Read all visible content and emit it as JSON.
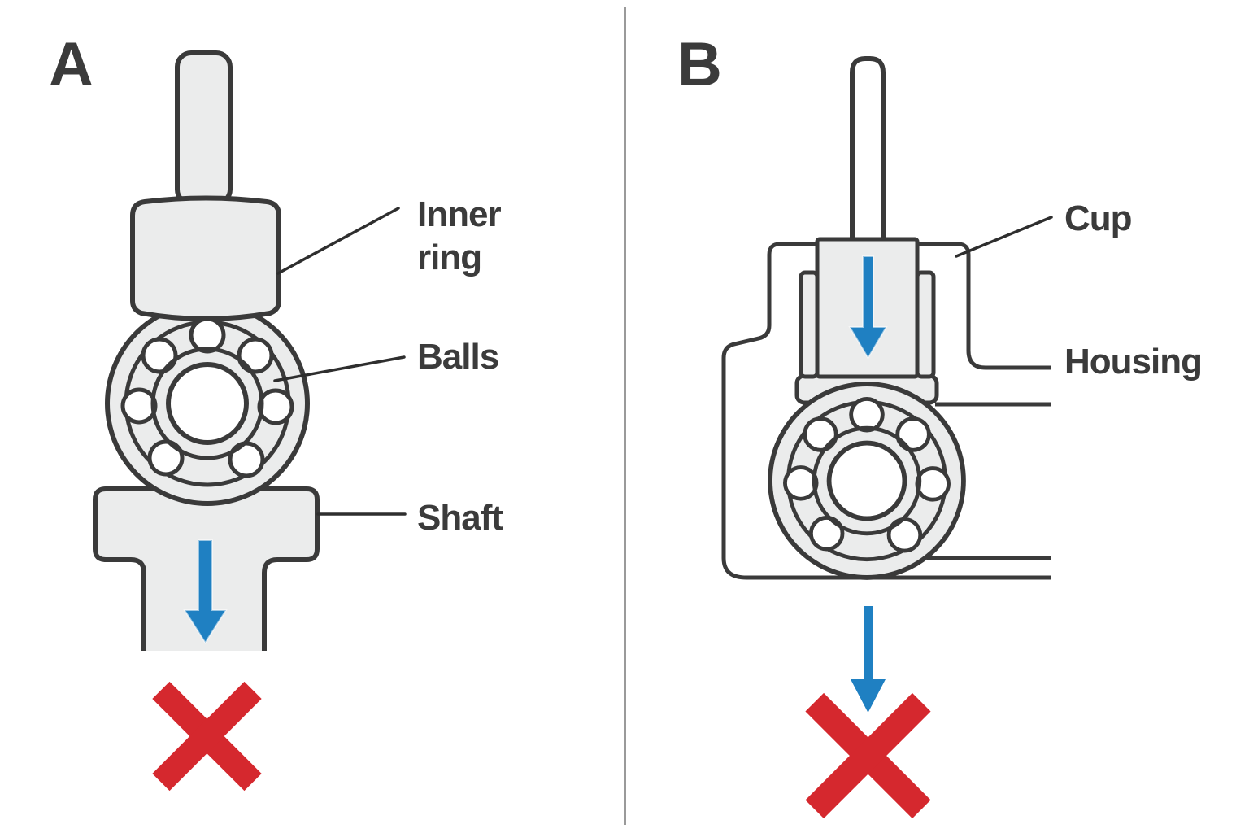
{
  "figure": {
    "description_tag": "bearing-mounting-incorrect-methods-diagram",
    "panel_a": {
      "letter": "A",
      "labels": {
        "inner_ring": "Inner ring",
        "balls": "Balls",
        "shaft": "Shaft"
      },
      "markers": {
        "force_arrow": "blue-down-arrow",
        "wrong_mark": "red-cross"
      }
    },
    "panel_b": {
      "letter": "B",
      "labels": {
        "cup": "Cup",
        "housing": "Housing"
      },
      "markers": {
        "force_arrow_top": "blue-down-arrow",
        "force_arrow_bottom": "blue-down-arrow",
        "wrong_mark": "red-cross"
      }
    },
    "colors": {
      "outline": "#3a3a3a",
      "part_fill": "#ebecec",
      "arrow_blue": "#1f80c2",
      "cross_red": "#d5282e",
      "text": "#3b3b3b",
      "divider": "#9a9a9a",
      "ball_fill": "#ffffff"
    }
  }
}
